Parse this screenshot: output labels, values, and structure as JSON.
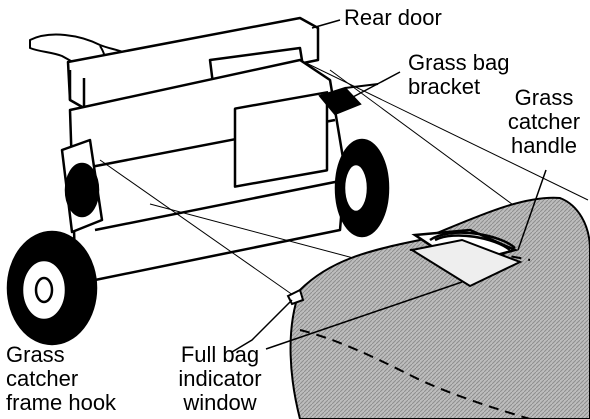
{
  "callouts": {
    "rear_door": "Rear door",
    "grass_bag_bracket": [
      "Grass bag",
      "bracket"
    ],
    "grass_catcher_handle": [
      "Grass",
      "catcher",
      "handle"
    ],
    "grass_catcher_frame_hook": [
      "Grass",
      "catcher",
      "frame hook"
    ],
    "full_bag_indicator_window": [
      "Full bag",
      "indicator",
      "window"
    ]
  },
  "colors": {
    "line": "#000000",
    "bag_fabric": "#b9b9b9",
    "mower_body": "#ffffff"
  }
}
